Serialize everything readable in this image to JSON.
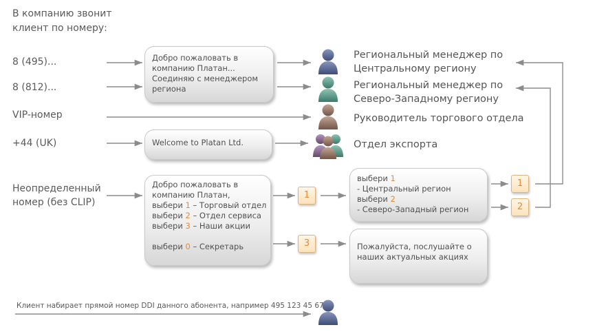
{
  "intro": {
    "line1": "В компанию звонит",
    "line2": "клиент по номеру:"
  },
  "callers": {
    "moscow": "8 (495)...",
    "spb": "8 (812)...",
    "vip": "VIP-номер",
    "uk": "+44 (UK)",
    "unknown_line1": "Неопределенный",
    "unknown_line2": "номер (без CLIP)"
  },
  "boxes": {
    "welcome_ru": [
      "Добро пожаловать в",
      "компанию Платан...",
      "Соединяю с менеджером",
      "региона"
    ],
    "welcome_en": "Welcome to Platan Ltd.",
    "menu": {
      "line1": "Добро пожаловать в",
      "line2": "компанию Платан,",
      "item1_prefix": "выбери ",
      "item1_num": "1",
      "item1_text": " – Торговый отдел",
      "item2_prefix": "выбери ",
      "item2_num": "2",
      "item2_text": " – Отдел сервиса",
      "item3_prefix": "выбери ",
      "item3_num": "3",
      "item3_text": " – Наши акции",
      "item0_prefix": "выбери ",
      "item0_num": "0",
      "item0_text": " – Секретарь"
    },
    "region_menu": {
      "choose1": "выбери ",
      "num1": "1",
      "opt1": "- Центральный регион",
      "choose2": "выбери ",
      "num2": "2",
      "opt2": "- Северо-Западный регион"
    },
    "promo": [
      "Пожалуйста, послушайте о",
      "наших актуальных акциях"
    ]
  },
  "keys": {
    "k1": "1",
    "k3": "3",
    "r1": "1",
    "r2": "2"
  },
  "destinations": {
    "central": [
      "Региональный менеджер по",
      "Центральному региону"
    ],
    "northwest": [
      "Региональный менеджер по",
      "Северо-Западному региону"
    ],
    "head": "Руководитель торгового отдела",
    "export": "Отдел экспорта"
  },
  "ddi_note": "Клиент набирает прямой номер DDI данного абонента, например 495 123 45 67",
  "colors": {
    "arrow": "#8c8c8c",
    "person_blue": "#5a6a92",
    "person_green": "#5e9c8c",
    "person_brown": "#9a7a6a",
    "person_purple": "#8a6a92",
    "accent_orange": "#e8893a"
  },
  "icons": [
    "person-icon",
    "group-icon"
  ]
}
